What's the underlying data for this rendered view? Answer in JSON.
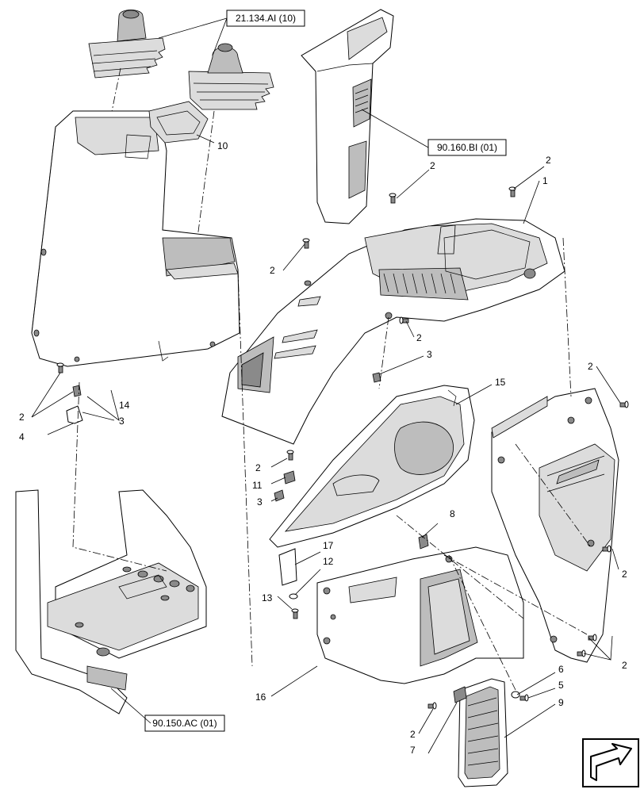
{
  "references": {
    "ref_21134": "21.134.AI (10)",
    "ref_90160": "90.160.BI (01)",
    "ref_90150": "90.150.AC (01)"
  },
  "callouts": {
    "c1": "1",
    "c2_a": "2",
    "c2_b": "2",
    "c2_c": "2",
    "c2_d": "2",
    "c2_e": "2",
    "c2_f": "2",
    "c2_g": "2",
    "c2_h": "2",
    "c2_i": "2",
    "c3_a": "3",
    "c3_b": "3",
    "c3_c": "3",
    "c4": "4",
    "c5": "5",
    "c6": "6",
    "c7": "7",
    "c8": "8",
    "c9": "9",
    "c10": "10",
    "c11": "11",
    "c12": "12",
    "c13": "13",
    "c14": "14",
    "c15": "15",
    "c16": "16",
    "c17": "17"
  },
  "icons": {
    "nav": "arrow-next-page-icon"
  },
  "colors": {
    "line": "#000000",
    "shade": "#bdbdbd",
    "dark": "#8a8a8a"
  }
}
